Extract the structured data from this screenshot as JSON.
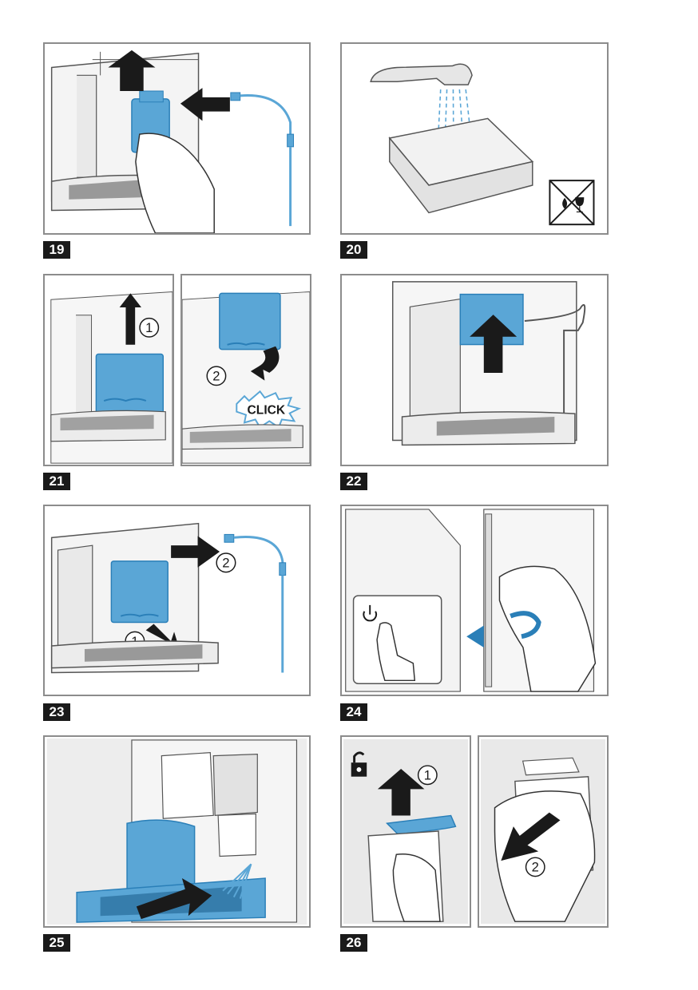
{
  "steps": [
    {
      "number": "19"
    },
    {
      "number": "20"
    },
    {
      "number": "21",
      "circles": [
        "1",
        "2"
      ],
      "callout": "CLICK"
    },
    {
      "number": "22"
    },
    {
      "number": "23",
      "circles": [
        "1",
        "2"
      ]
    },
    {
      "number": "24"
    },
    {
      "number": "25"
    },
    {
      "number": "26",
      "circles": [
        "1",
        "2"
      ]
    }
  ],
  "icons": [
    "arrow-icon",
    "no-dishwasher-icon",
    "power-icon",
    "unlock-icon"
  ],
  "colors": {
    "accent": "#5aa6d6",
    "accent_dark": "#2a7fb8",
    "line": "#555555",
    "frame": "#8c8c8c",
    "label_bg": "#1a1a1a"
  }
}
